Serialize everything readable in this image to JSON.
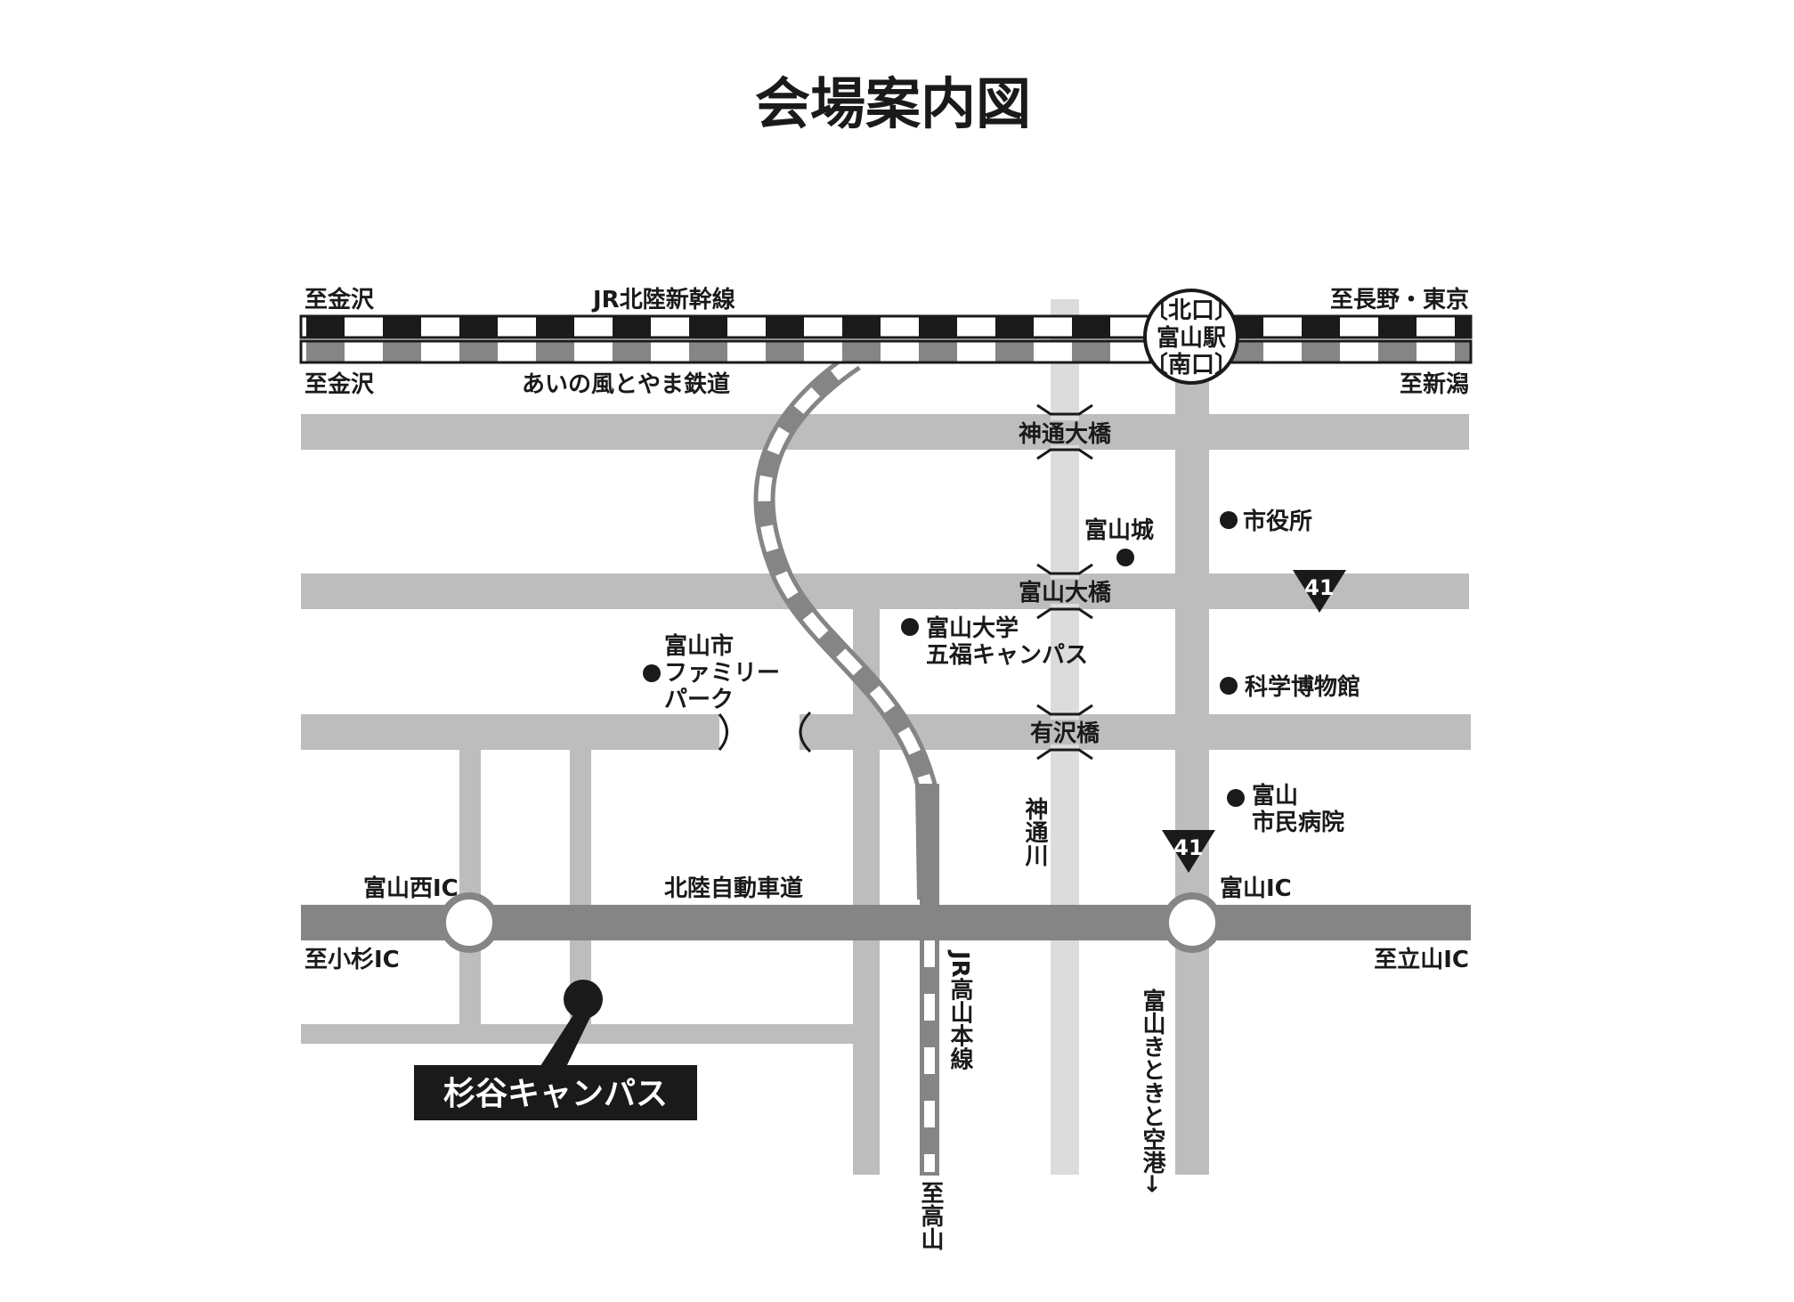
{
  "title": "会場案内図",
  "destination": "杉谷キャンパス",
  "rail": {
    "shinkansen": "JR北陸新幹線",
    "ainokaze": "あいの風とやま鉄道",
    "takayama_line": "JR高山本線",
    "to_kanazawa_top": "至金沢",
    "to_kanazawa_bottom": "至金沢",
    "to_nagano_tokyo": "至長野・東京",
    "to_niigata": "至新潟",
    "to_takayama": "至高山"
  },
  "station": {
    "north": "〔北口〕",
    "name": "富山駅",
    "south": "〔南口〕"
  },
  "bridges": {
    "jinzu_ohashi": "神通大橋",
    "toyama_ohashi": "富山大橋",
    "arisawa": "有沢橋"
  },
  "river": "神通川",
  "expressway": {
    "name": "北陸自動車道",
    "west_ic": "富山西IC",
    "east_ic": "富山IC",
    "to_kosugi": "至小杉IC",
    "to_tateyama": "至立山IC"
  },
  "route_number": "41",
  "airport": "富山きときと空港→",
  "landmarks": {
    "castle": "富山城",
    "city_hall": "市役所",
    "univ_1": "富山大学",
    "univ_2": "五福キャンパス",
    "museum": "科学博物館",
    "park_1": "富山市",
    "park_2": "ファミリー",
    "park_3": "パーク",
    "hospital_1": "富山",
    "hospital_2": "市民病院"
  },
  "colors": {
    "road_light": "#bdbdbd",
    "road_dark": "#858585",
    "river": "#dcdcdc",
    "black": "#1a1a1a"
  }
}
